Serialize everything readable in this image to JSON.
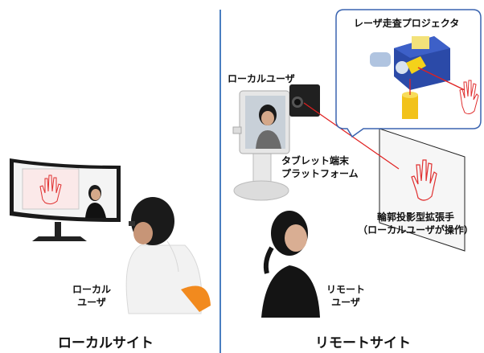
{
  "local_site": {
    "title": "ローカルサイト",
    "user_label_line1": "ローカル",
    "user_label_line2": "ユーザ"
  },
  "remote_site": {
    "title": "リモートサイト",
    "user_label_line1": "リモート",
    "user_label_line2": "ユーザ"
  },
  "local_user_on_tablet_label": "ローカルユーザ",
  "tablet_platform_label_line1": "タブレット端末",
  "tablet_platform_label_line2": "プラットフォーム",
  "projector_label": "レーザ走査プロジェクタ",
  "hand_label_line1": "輪郭投影型拡張手",
  "hand_label_line2": "（ローカルユーザが操作）",
  "colors": {
    "divider": "#4a7ec0",
    "laser": "#e02020",
    "hand_outline": "#e03030",
    "callout_border": "#3a64b0",
    "projector_body": "#2b4aa8"
  }
}
